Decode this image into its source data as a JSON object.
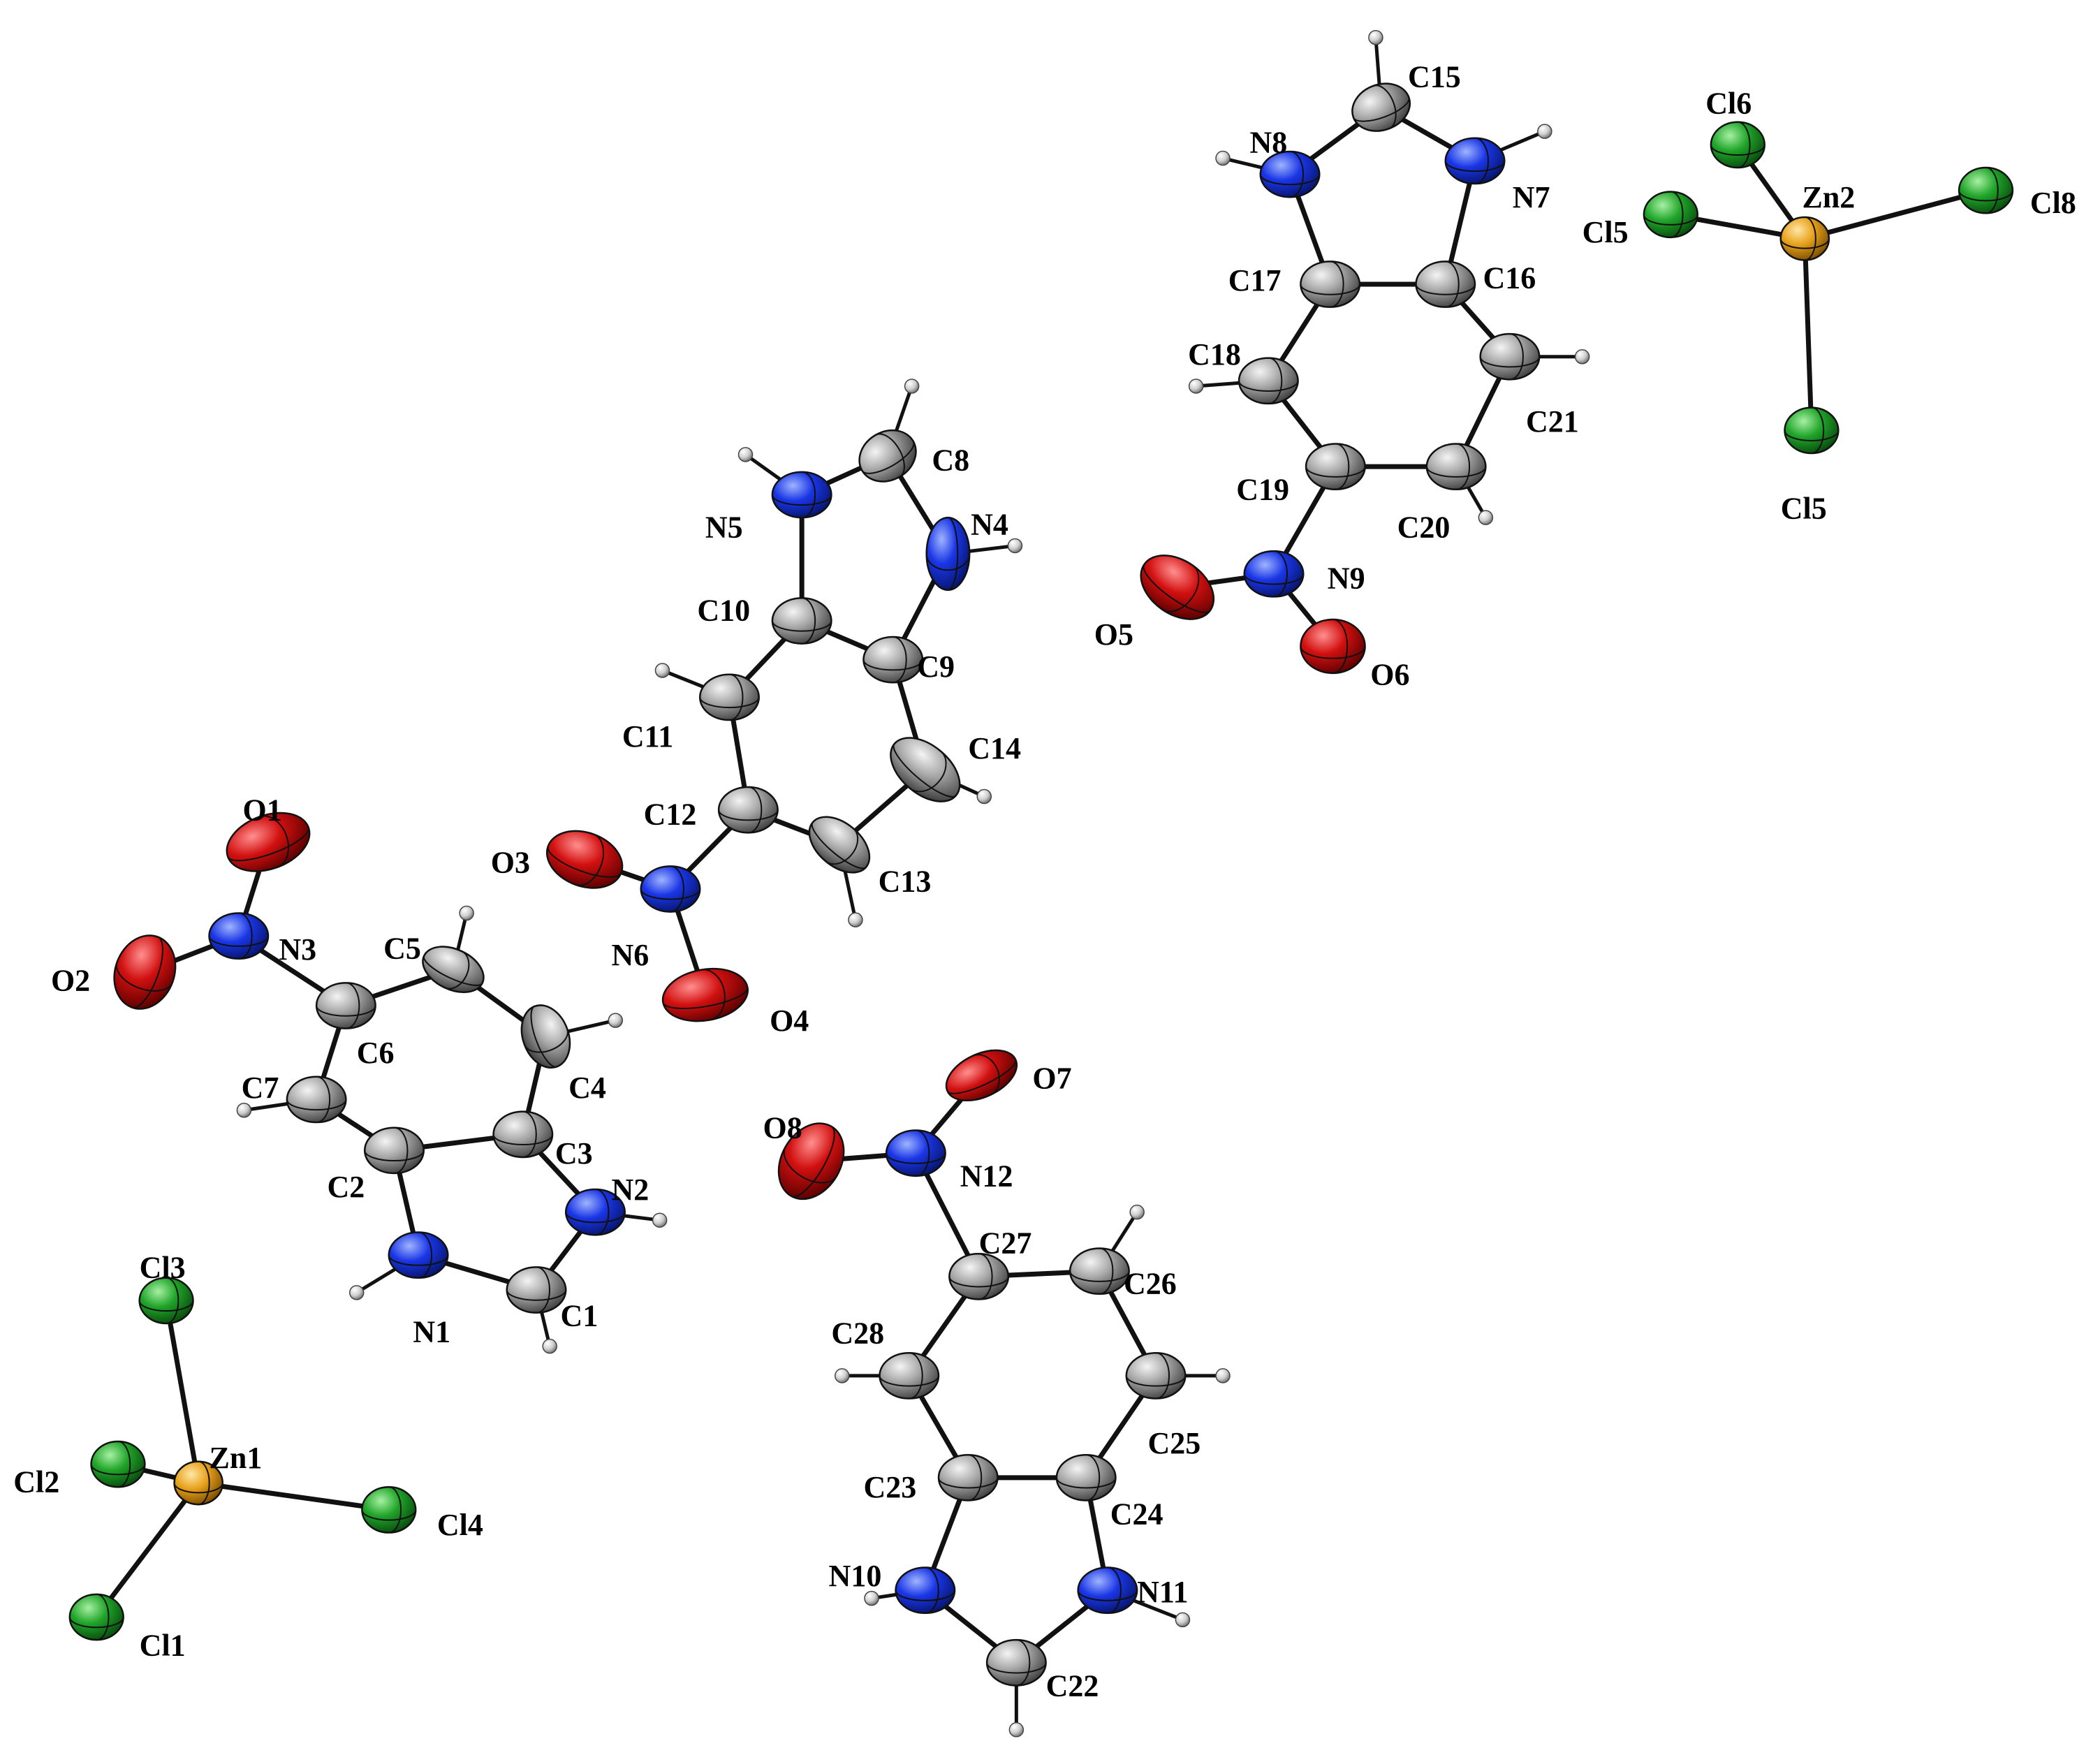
{
  "colors": {
    "C": "#a8a8a8",
    "N": "#1a36e6",
    "O": "#d21010",
    "Cl": "#21a52a",
    "Zn": "#e8a21c",
    "H": "#d2d2d2",
    "bond": "#111111"
  },
  "atoms": [
    {
      "label": "Zn1",
      "el": "Zn"
    },
    {
      "label": "Cl1",
      "el": "Cl"
    },
    {
      "label": "Cl2",
      "el": "Cl"
    },
    {
      "label": "Cl3",
      "el": "Cl"
    },
    {
      "label": "Cl4",
      "el": "Cl"
    },
    {
      "label": "N1",
      "el": "N"
    },
    {
      "label": "C1",
      "el": "C"
    },
    {
      "label": "N2",
      "el": "N"
    },
    {
      "label": "C3",
      "el": "C"
    },
    {
      "label": "C2",
      "el": "C"
    },
    {
      "label": "C4",
      "el": "C"
    },
    {
      "label": "C5",
      "el": "C"
    },
    {
      "label": "C6",
      "el": "C"
    },
    {
      "label": "C7",
      "el": "C"
    },
    {
      "label": "N3",
      "el": "N"
    },
    {
      "label": "O1",
      "el": "O"
    },
    {
      "label": "O2",
      "el": "O"
    },
    {
      "label": "N5",
      "el": "N"
    },
    {
      "label": "C8",
      "el": "C"
    },
    {
      "label": "N4",
      "el": "N"
    },
    {
      "label": "C10",
      "el": "C"
    },
    {
      "label": "C9",
      "el": "C"
    },
    {
      "label": "C11",
      "el": "C"
    },
    {
      "label": "C14",
      "el": "C"
    },
    {
      "label": "C12",
      "el": "C"
    },
    {
      "label": "C13",
      "el": "C"
    },
    {
      "label": "N6",
      "el": "N"
    },
    {
      "label": "O3",
      "el": "O"
    },
    {
      "label": "O4",
      "el": "O"
    },
    {
      "label": "N8",
      "el": "N"
    },
    {
      "label": "C15",
      "el": "C"
    },
    {
      "label": "N7",
      "el": "N"
    },
    {
      "label": "C17",
      "el": "C"
    },
    {
      "label": "C16",
      "el": "C"
    },
    {
      "label": "C18",
      "el": "C"
    },
    {
      "label": "C21",
      "el": "C"
    },
    {
      "label": "C19",
      "el": "C"
    },
    {
      "label": "C20",
      "el": "C"
    },
    {
      "label": "N9",
      "el": "N"
    },
    {
      "label": "O5",
      "el": "O"
    },
    {
      "label": "O6",
      "el": "O"
    },
    {
      "label": "Zn2",
      "el": "Zn"
    },
    {
      "label": "Cl6",
      "el": "Cl"
    },
    {
      "label": "Cl8",
      "el": "Cl"
    },
    {
      "label": "Cl5",
      "el": "Cl"
    },
    {
      "label": "Cl7",
      "el": "Cl",
      "printed": "Cl5"
    },
    {
      "label": "N12",
      "el": "N"
    },
    {
      "label": "O7",
      "el": "O"
    },
    {
      "label": "O8",
      "el": "O"
    },
    {
      "label": "C27",
      "el": "C"
    },
    {
      "label": "C26",
      "el": "C"
    },
    {
      "label": "C28",
      "el": "C"
    },
    {
      "label": "C25",
      "el": "C"
    },
    {
      "label": "C23",
      "el": "C"
    },
    {
      "label": "C24",
      "el": "C"
    },
    {
      "label": "N10",
      "el": "N"
    },
    {
      "label": "N11",
      "el": "N"
    },
    {
      "label": "C22",
      "el": "C"
    }
  ],
  "bonds": [
    [
      "Zn1",
      "Cl1"
    ],
    [
      "Zn1",
      "Cl2"
    ],
    [
      "Zn1",
      "Cl3"
    ],
    [
      "Zn1",
      "Cl4"
    ],
    [
      "N1",
      "C1"
    ],
    [
      "C1",
      "N2"
    ],
    [
      "N2",
      "C3"
    ],
    [
      "C3",
      "C2"
    ],
    [
      "C2",
      "N1"
    ],
    [
      "C3",
      "C4"
    ],
    [
      "C4",
      "C5"
    ],
    [
      "C5",
      "C6"
    ],
    [
      "C6",
      "C7"
    ],
    [
      "C7",
      "C2"
    ],
    [
      "C6",
      "N3"
    ],
    [
      "N3",
      "O1"
    ],
    [
      "N3",
      "O2"
    ],
    [
      "N5",
      "C8"
    ],
    [
      "C8",
      "N4"
    ],
    [
      "N4",
      "C9"
    ],
    [
      "C9",
      "C10"
    ],
    [
      "C10",
      "N5"
    ],
    [
      "C10",
      "C11"
    ],
    [
      "C11",
      "C12"
    ],
    [
      "C12",
      "C13"
    ],
    [
      "C13",
      "C14"
    ],
    [
      "C14",
      "C9"
    ],
    [
      "C12",
      "N6"
    ],
    [
      "N6",
      "O3"
    ],
    [
      "N6",
      "O4"
    ],
    [
      "N8",
      "C15"
    ],
    [
      "C15",
      "N7"
    ],
    [
      "N7",
      "C16"
    ],
    [
      "C16",
      "C17"
    ],
    [
      "C17",
      "N8"
    ],
    [
      "C17",
      "C18"
    ],
    [
      "C18",
      "C19"
    ],
    [
      "C19",
      "C20"
    ],
    [
      "C20",
      "C21"
    ],
    [
      "C21",
      "C16"
    ],
    [
      "C19",
      "N9"
    ],
    [
      "N9",
      "O5"
    ],
    [
      "N9",
      "O6"
    ],
    [
      "Zn2",
      "Cl6"
    ],
    [
      "Zn2",
      "Cl8"
    ],
    [
      "Zn2",
      "Cl5"
    ],
    [
      "Zn2",
      "Cl7"
    ],
    [
      "N12",
      "O7"
    ],
    [
      "N12",
      "O8"
    ],
    [
      "N12",
      "C27"
    ],
    [
      "C27",
      "C26"
    ],
    [
      "C26",
      "C25"
    ],
    [
      "C25",
      "C24"
    ],
    [
      "C24",
      "C23"
    ],
    [
      "C23",
      "C28"
    ],
    [
      "C28",
      "C27"
    ],
    [
      "C23",
      "N10"
    ],
    [
      "N10",
      "C22"
    ],
    [
      "C22",
      "N11"
    ],
    [
      "N11",
      "C24"
    ]
  ],
  "hydrogens": [
    "N1",
    "C1",
    "N2",
    "C4",
    "C5",
    "C7",
    "N5",
    "C8",
    "N4",
    "C11",
    "C14",
    "C13",
    "N8",
    "C15",
    "N7",
    "C18",
    "C21",
    "C20",
    "C26",
    "C25",
    "C28",
    "N10",
    "N11",
    "C22"
  ]
}
